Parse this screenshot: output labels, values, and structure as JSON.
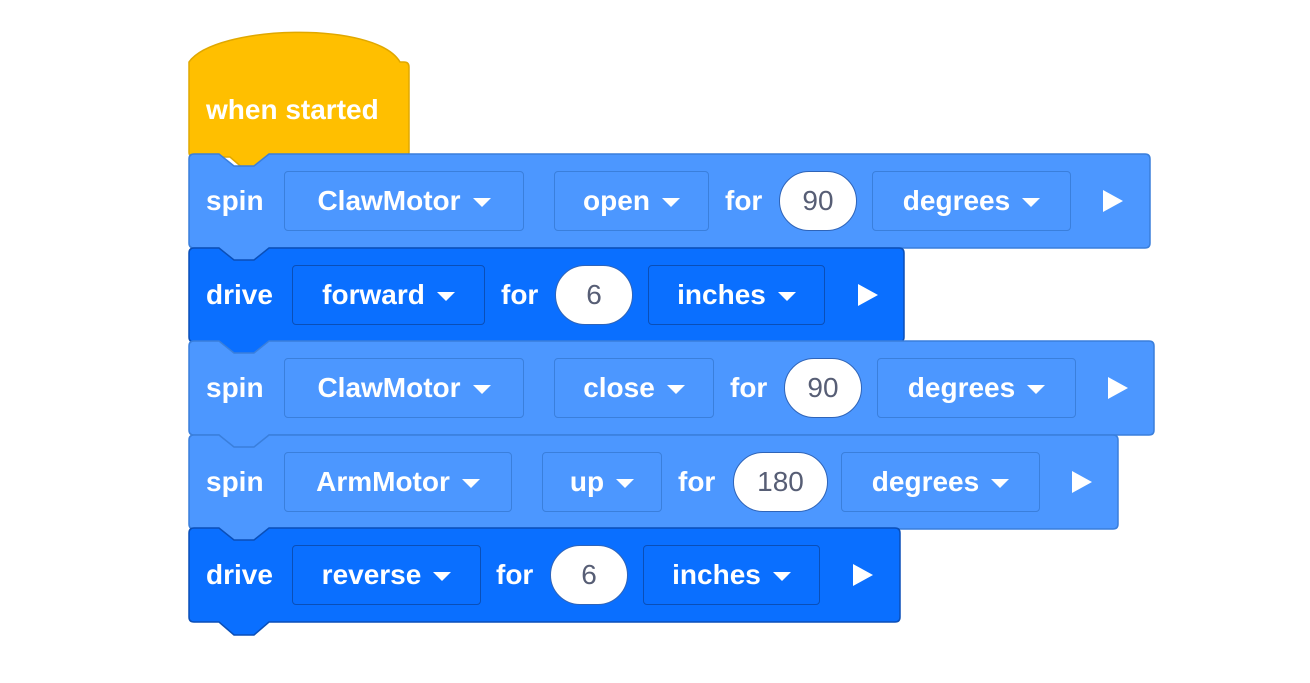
{
  "hat": {
    "label": "when started",
    "color": "#ffbf00"
  },
  "colors": {
    "spin": "#4c97ff",
    "drive": "#0a6fff"
  },
  "blocks": [
    {
      "keyword": "spin",
      "device": "ClawMotor",
      "direction": "open",
      "for_label": "for",
      "amount": "90",
      "unit": "degrees"
    },
    {
      "keyword": "drive",
      "direction": "forward",
      "for_label": "for",
      "amount": "6",
      "unit": "inches"
    },
    {
      "keyword": "spin",
      "device": "ClawMotor",
      "direction": "close",
      "for_label": "for",
      "amount": "90",
      "unit": "degrees"
    },
    {
      "keyword": "spin",
      "device": "ArmMotor",
      "direction": "up",
      "for_label": "for",
      "amount": "180",
      "unit": "degrees"
    },
    {
      "keyword": "drive",
      "direction": "reverse",
      "for_label": "for",
      "amount": "6",
      "unit": "inches"
    }
  ]
}
